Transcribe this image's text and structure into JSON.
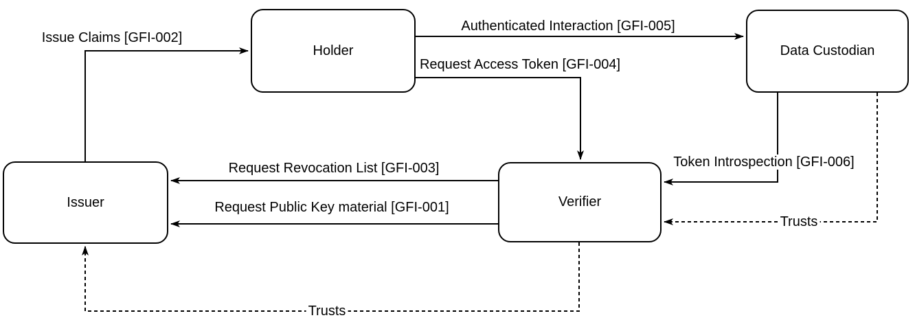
{
  "diagram": {
    "nodes": {
      "holder": {
        "label": "Holder"
      },
      "data_custodian": {
        "label": "Data Custodian"
      },
      "issuer": {
        "label": "Issuer"
      },
      "verifier": {
        "label": "Verifier"
      }
    },
    "edges": {
      "issue_claims": {
        "label": "Issue Claims [GFI-002]",
        "from": "Issuer",
        "to": "Holder",
        "style": "solid"
      },
      "authenticated_interaction": {
        "label": "Authenticated Interaction [GFI-005]",
        "from": "Holder",
        "to": "Data Custodian",
        "style": "solid"
      },
      "request_access_token": {
        "label": "Request Access Token [GFI-004]",
        "from": "Holder",
        "to": "Verifier",
        "style": "solid"
      },
      "request_revocation_list": {
        "label": "Request Revocation List [GFI-003]",
        "from": "Verifier",
        "to": "Issuer",
        "style": "solid"
      },
      "request_public_key": {
        "label": "Request Public Key material [GFI-001]",
        "from": "Verifier",
        "to": "Issuer",
        "style": "solid"
      },
      "token_introspection": {
        "label": "Token Introspection [GFI-006]",
        "from": "Data Custodian",
        "to": "Verifier",
        "style": "solid"
      },
      "trusts_dc_verifier": {
        "label": "Trusts",
        "from": "Data Custodian",
        "to": "Verifier",
        "style": "dashed"
      },
      "trusts_verifier_issuer": {
        "label": "Trusts",
        "from": "Verifier",
        "to": "Issuer",
        "style": "dashed"
      }
    },
    "colors": {
      "line": "#000000",
      "text": "#000000",
      "box_fill": "#ffffff",
      "background": "#ffffff"
    }
  }
}
